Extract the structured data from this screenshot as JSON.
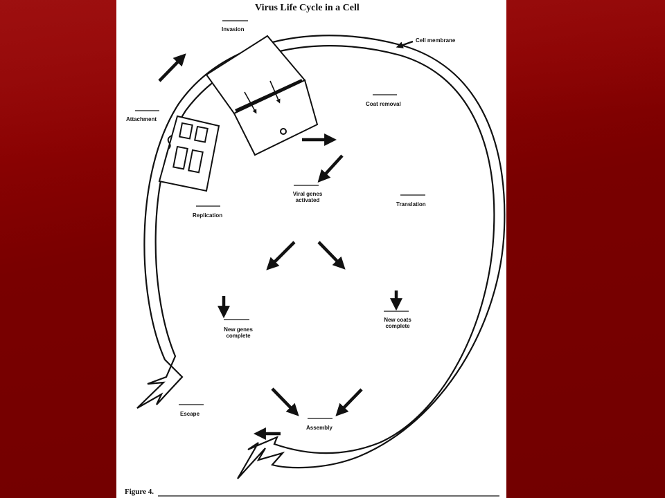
{
  "diagram": {
    "title": "Virus Life Cycle in a Cell",
    "figure_caption": "Figure 4.",
    "membrane_label": "Cell membrane",
    "stages": {
      "invasion": "Invasion",
      "attachment": "Attachment",
      "coat_removal": "Coat removal",
      "viral_genes_line1": "Viral genes",
      "viral_genes_line2": "activated",
      "translation": "Translation",
      "replication": "Replication",
      "new_genes_line1": "New genes",
      "new_genes_line2": "complete",
      "new_coats_line1": "New coats",
      "new_coats_line2": "complete",
      "escape": "Escape",
      "assembly": "Assembly"
    }
  },
  "colors": {
    "slide_background": "#7d0000",
    "paper": "#ffffff",
    "ink": "#111111"
  }
}
